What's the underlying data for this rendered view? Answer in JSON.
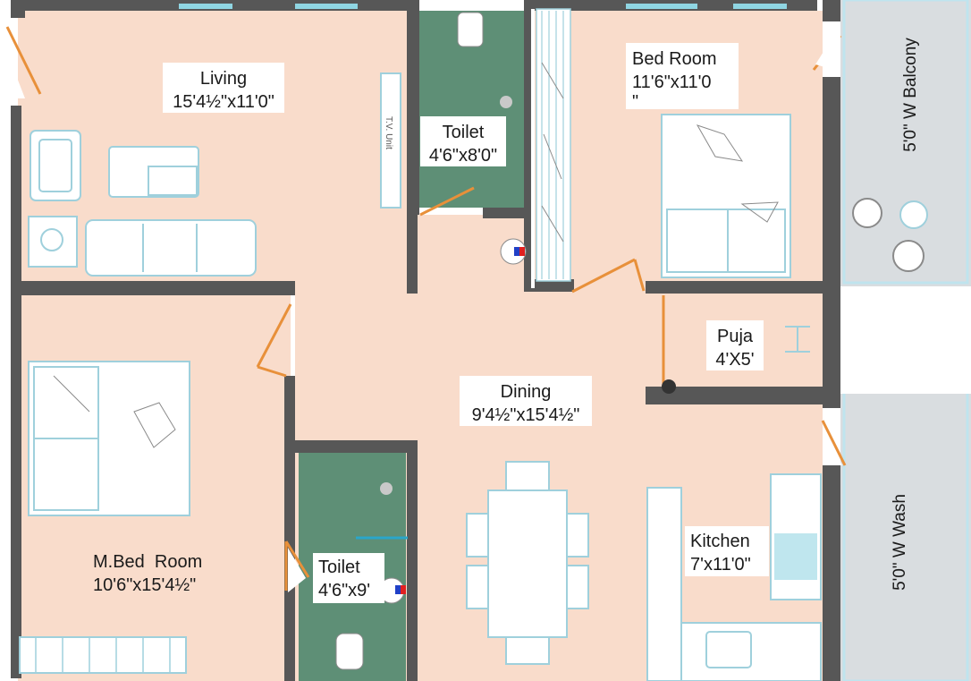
{
  "rooms": {
    "living": {
      "name": "Living",
      "size": "15'4½\"x11'0\""
    },
    "toilet1": {
      "name": "Toilet",
      "size": "4'6\"x8'0\""
    },
    "bedroom": {
      "name": "Bed Room",
      "size": "11'6\"x11'0",
      "extra": "\""
    },
    "balcony": {
      "label": "5'0\" W Balcony"
    },
    "puja": {
      "name": "Puja",
      "size": "4'X5'"
    },
    "dining": {
      "name": "Dining",
      "size": "9'4½\"x15'4½\""
    },
    "mbed": {
      "name": "M.Bed  Room",
      "size": "10'6\"x15'4½\""
    },
    "toilet2": {
      "name": "Toilet",
      "size": "4'6\"x9'"
    },
    "kitchen": {
      "name": "Kitchen",
      "size": "7'x11'0\""
    },
    "wash": {
      "label": "5'0\" W Wash"
    }
  },
  "tv_unit": "T.V. Unit",
  "colors": {
    "floor": "#f9dccb",
    "toilet": "#5e8f76",
    "wall": "#575757",
    "door": "#e8903a",
    "furniture": "#9fd0dc",
    "outside": "#d9dde0"
  }
}
